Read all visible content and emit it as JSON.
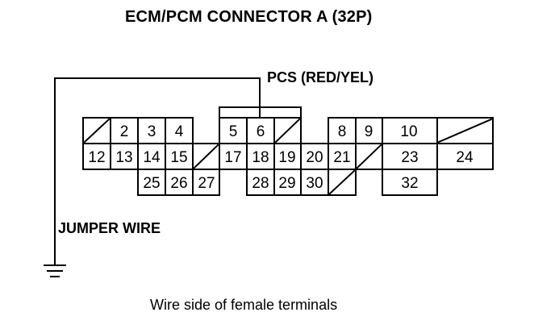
{
  "title": "ECM/PCM CONNECTOR A (32P)",
  "pcs_label": "PCS (RED/YEL)",
  "jumper_label": "JUMPER WIRE",
  "caption": "Wire side of female terminals",
  "connector": {
    "terminal_numbers": [
      "2",
      "3",
      "4",
      "5",
      "6",
      "8",
      "9",
      "10",
      "12",
      "13",
      "14",
      "15",
      "17",
      "18",
      "19",
      "20",
      "21",
      "23",
      "24",
      "25",
      "26",
      "27",
      "28",
      "29",
      "30",
      "32"
    ],
    "pcs_terminal": "6"
  }
}
